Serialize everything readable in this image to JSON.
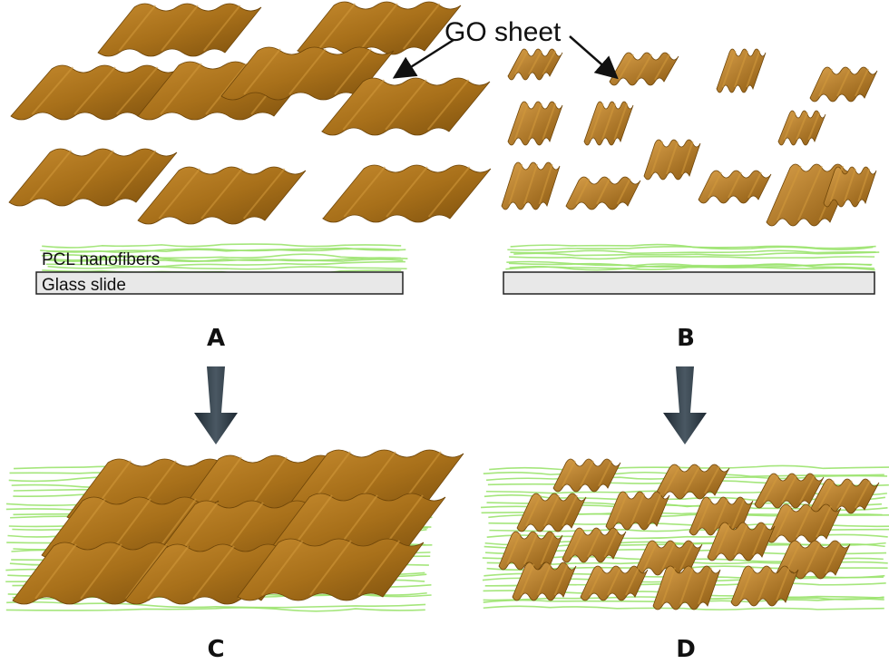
{
  "labels": {
    "go_sheet": "GO sheet",
    "pcl_nanofibers": "PCL nanofibers",
    "glass_slide": "Glass slide"
  },
  "panels": {
    "a": "A",
    "b": "B",
    "c": "C",
    "d": "D"
  },
  "colors": {
    "go_sheet": "#a8701a",
    "go_sheet_dark": "#6e4508",
    "go_sheet_light": "#d39a3c",
    "nanofiber": "#9be36e",
    "glass": "#e8e8e8",
    "arrow": "#36444f"
  },
  "icons": {
    "down_arrow": "down-arrow-icon",
    "pointer_arrow": "pointer-arrow-icon"
  }
}
